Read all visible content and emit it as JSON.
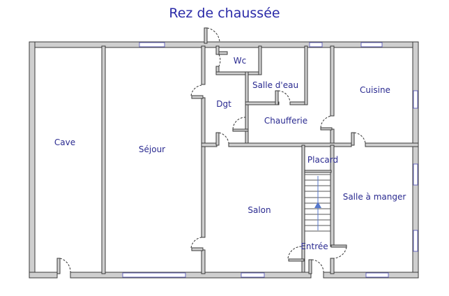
{
  "title": "Rez de chaussée",
  "rooms": {
    "cave": "Cave",
    "sejour": "Séjour",
    "wc": "Wc",
    "salle_deau": "Salle d'eau",
    "dgt": "Dgt",
    "chaufferie": "Chaufferie",
    "cuisine": "Cuisine",
    "placard": "Placard",
    "salon": "Salon",
    "salle_a_manger": "Salle à manger",
    "entree": "Entrée"
  },
  "colors": {
    "title": "#2a2aa8",
    "labels": "#2a2a90",
    "wall_fill": "#cfcfcf",
    "window": "#6a6ac0",
    "stair_arrow": "#5577cc"
  }
}
